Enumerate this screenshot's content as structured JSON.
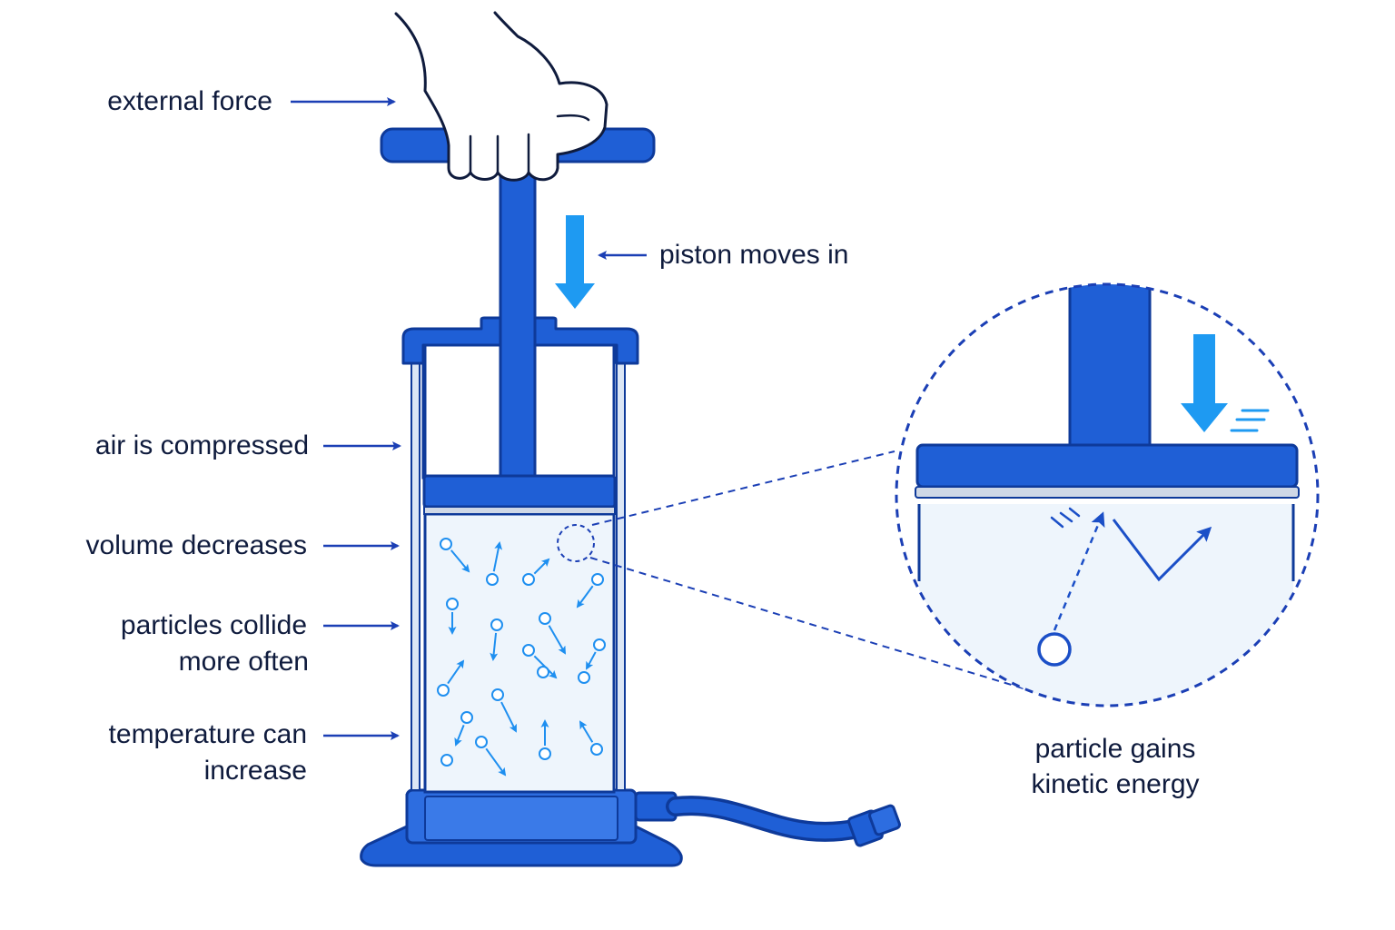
{
  "labels": {
    "external_force": "external force",
    "piston_moves_in": "piston moves in",
    "air_is_compressed": "air is compressed",
    "volume_decreases": "volume decreases",
    "particles_collide_line1": "particles collide",
    "particles_collide_line2": "more often",
    "temperature_line1": "temperature can",
    "temperature_line2": "increase",
    "particle_gains_line1": "particle gains",
    "particle_gains_line2": "kinetic energy"
  },
  "colors": {
    "pump_blue": "#1f5fd6",
    "pump_outline": "#0e3a9a",
    "arrow_light_blue": "#1e9af2",
    "annotation_navy": "#1b3fb5",
    "air_fill": "#eef5fc",
    "text": "#0f1b3d"
  }
}
